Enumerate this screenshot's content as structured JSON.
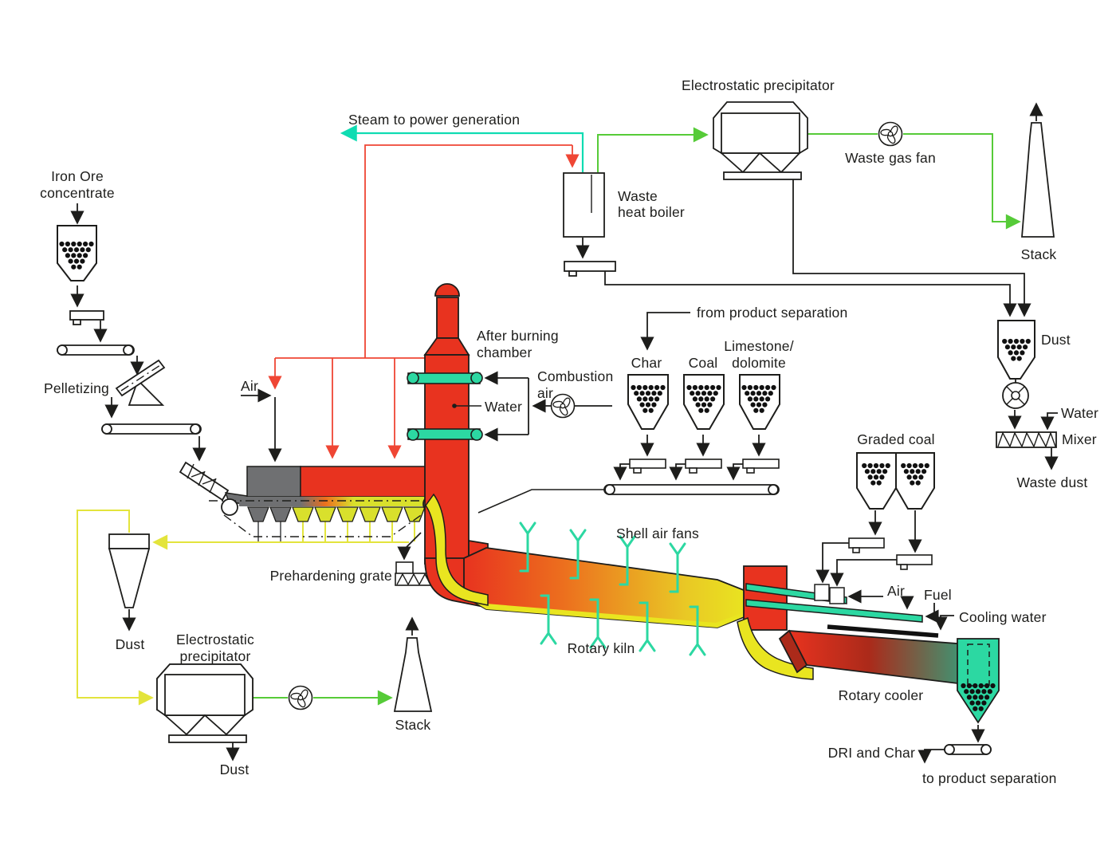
{
  "labels": {
    "iron_ore_1": "Iron Ore",
    "iron_ore_2": "concentrate",
    "pelletizing": "Pelletizing",
    "steam": "Steam to power generation",
    "esp_top": "Electrostatic precipitator",
    "waste_gas_fan": "Waste gas fan",
    "stack_top": "Stack",
    "whb_1": "Waste",
    "whb_2": "heat boiler",
    "from_product_separation": "from product separation",
    "dust_right": "Dust",
    "water_right": "Water",
    "mixer": "Mixer",
    "waste_dust": "Waste dust",
    "char": "Char",
    "coal": "Coal",
    "limestone_1": "Limestone/",
    "limestone_2": "dolomite",
    "abc_1": "After burning",
    "abc_2": "chamber",
    "combustion_1": "Combustion",
    "combustion_2": "air",
    "water_chamber": "Water",
    "air_grate": "Air",
    "graded_coal": "Graded coal",
    "shell_air_fans": "Shell air fans",
    "rotary_kiln": "Rotary kiln",
    "air_kiln": "Air",
    "fuel": "Fuel",
    "cooling_water": "Cooling water",
    "rotary_cooler": "Rotary cooler",
    "dri_and_char": "DRI and Char",
    "to_product_separation": "to product separation",
    "prehardening_grate": "Prehardening grate",
    "dust_cyclone": "Dust",
    "esp_bottom_1": "Electrostatic",
    "esp_bottom_2": "precipitator",
    "stack_bottom": "Stack",
    "dust_esp_bottom": "Dust"
  },
  "colors": {
    "ink": "#1d1d1b",
    "red": "#e8331f",
    "red_line": "#ef4634",
    "dark_red": "#ab2a1a",
    "orange": "#ec6f1e",
    "amber": "#e9c825",
    "kiln_yellow": "#e9e520",
    "bed_yellow": "#d9e02c",
    "yellow": "#e3e43c",
    "green": "#56cb38",
    "cyan": "#0fdcb2",
    "teal": "#2cd8a2",
    "teal_dark": "#44906f",
    "grey": "#6f7072"
  }
}
